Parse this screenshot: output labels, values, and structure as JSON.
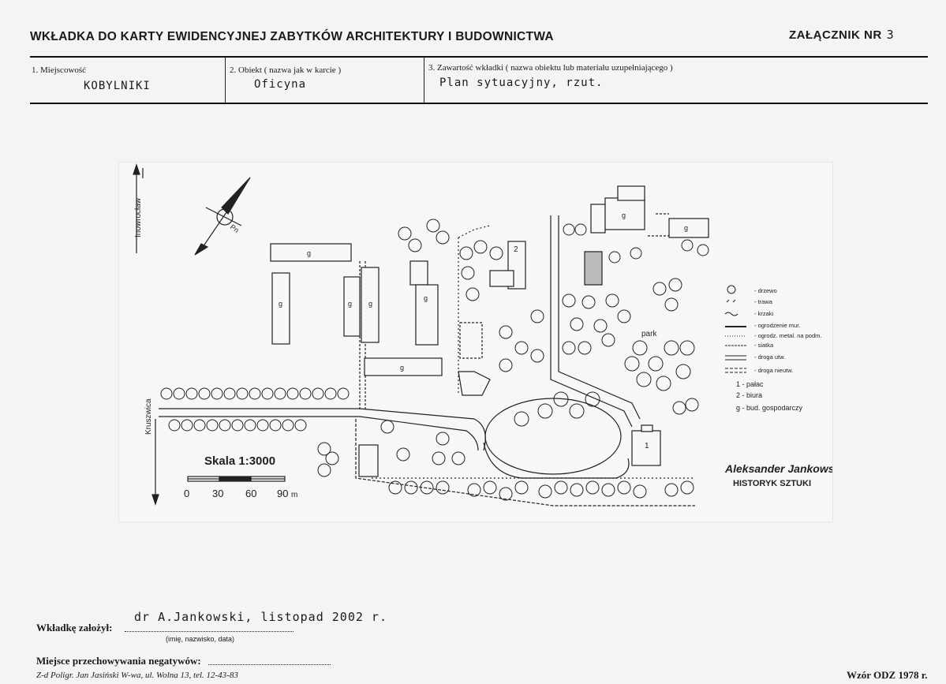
{
  "header": {
    "title": "WKŁADKA DO KARTY EWIDENCYJNEJ ZABYTKÓW ARCHITEKTURY I BUDOWNICTWA",
    "annex_label": "ZAŁĄCZNIK NR",
    "annex_number": "3"
  },
  "fields": [
    {
      "label": "1. Miejscowość",
      "value": "KOBYLNIKI"
    },
    {
      "label": "2. Obiekt ( nazwa jak w karcie )",
      "value": "Oficyna"
    },
    {
      "label": "3. Zawartość wkładki ( nazwa obiektu lub materiału uzupełniającego )",
      "value": "Plan sytuacyjny, rzut."
    }
  ],
  "map": {
    "road_north": "Inowrocław",
    "road_south": "Kruszwica",
    "north_label": "Pn",
    "scale_label": "Skala 1:3000",
    "scale_ticks": [
      "0",
      "30",
      "60",
      "90"
    ],
    "scale_unit": "m",
    "park_label": "park",
    "building_g": "g",
    "building_1": "1",
    "building_2": "2",
    "legend": [
      "- drzewo",
      "- trawa",
      "- krzaki",
      "- ogrodzenie mur.",
      "- ogrodz. metal. na podm.",
      "- siatka",
      "- droga utw.",
      "- droga nieutw.",
      "1 - pałac",
      "2 - biura",
      "g - bud. gospodarczy"
    ],
    "stamp_name": "Aleksander Jankowski",
    "stamp_title": "HISTORYK SZTUKI"
  },
  "footer": {
    "author_label": "Wkładkę założył:",
    "author_value": "dr A.Jankowski, listopad 2002 r.",
    "author_hint": "(imię, nazwisko, data)",
    "negatives_label": "Miejsce przechowywania negatywów:",
    "printer": "Z-d Poligr. Jan Jasiński W-wa, ul. Wolna 13, tel. 12-43-83",
    "form": "Wzór ODZ 1978 r."
  }
}
